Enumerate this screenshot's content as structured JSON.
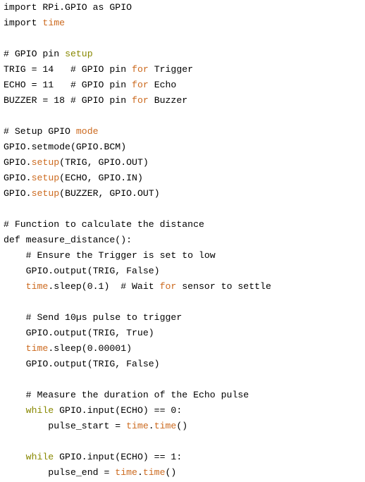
{
  "colors": {
    "background": "#ffffff",
    "text": "#000000",
    "keyword_olive": "#888800",
    "identifier_orange": "#cc6a1f"
  },
  "lines": [
    [
      {
        "t": "import RPi.GPIO as GPIO",
        "c": "plain"
      }
    ],
    [
      {
        "t": "import ",
        "c": "plain"
      },
      {
        "t": "time",
        "c": "fn"
      }
    ],
    [],
    [
      {
        "t": "# GPIO pin ",
        "c": "plain"
      },
      {
        "t": "setup",
        "c": "kw"
      }
    ],
    [
      {
        "t": "TRIG = 14   # GPIO pin ",
        "c": "plain"
      },
      {
        "t": "for",
        "c": "fn"
      },
      {
        "t": " Trigger",
        "c": "plain"
      }
    ],
    [
      {
        "t": "ECHO = 11   # GPIO pin ",
        "c": "plain"
      },
      {
        "t": "for",
        "c": "fn"
      },
      {
        "t": " Echo",
        "c": "plain"
      }
    ],
    [
      {
        "t": "BUZZER = 18 # GPIO pin ",
        "c": "plain"
      },
      {
        "t": "for",
        "c": "fn"
      },
      {
        "t": " Buzzer",
        "c": "plain"
      }
    ],
    [],
    [
      {
        "t": "# Setup GPIO ",
        "c": "plain"
      },
      {
        "t": "mode",
        "c": "fn"
      }
    ],
    [
      {
        "t": "GPIO.setmode(GPIO.BCM)",
        "c": "plain"
      }
    ],
    [
      {
        "t": "GPIO.",
        "c": "plain"
      },
      {
        "t": "setup",
        "c": "fn"
      },
      {
        "t": "(TRIG, GPIO.OUT)",
        "c": "plain"
      }
    ],
    [
      {
        "t": "GPIO.",
        "c": "plain"
      },
      {
        "t": "setup",
        "c": "fn"
      },
      {
        "t": "(ECHO, GPIO.IN)",
        "c": "plain"
      }
    ],
    [
      {
        "t": "GPIO.",
        "c": "plain"
      },
      {
        "t": "setup",
        "c": "fn"
      },
      {
        "t": "(BUZZER, GPIO.OUT)",
        "c": "plain"
      }
    ],
    [],
    [
      {
        "t": "# Function to calculate the distance",
        "c": "plain"
      }
    ],
    [
      {
        "t": "def measure_distance():",
        "c": "plain"
      }
    ],
    [
      {
        "t": "    # Ensure the Trigger is set to low",
        "c": "plain"
      }
    ],
    [
      {
        "t": "    GPIO.output(TRIG, False)",
        "c": "plain"
      }
    ],
    [
      {
        "t": "    ",
        "c": "plain"
      },
      {
        "t": "time",
        "c": "fn"
      },
      {
        "t": ".sleep(0.1)  # Wait ",
        "c": "plain"
      },
      {
        "t": "for",
        "c": "fn"
      },
      {
        "t": " sensor to settle",
        "c": "plain"
      }
    ],
    [],
    [
      {
        "t": "    # Send 10µs pulse to trigger",
        "c": "plain"
      }
    ],
    [
      {
        "t": "    GPIO.output(TRIG, True)",
        "c": "plain"
      }
    ],
    [
      {
        "t": "    ",
        "c": "plain"
      },
      {
        "t": "time",
        "c": "fn"
      },
      {
        "t": ".sleep(0.00001)",
        "c": "plain"
      }
    ],
    [
      {
        "t": "    GPIO.output(TRIG, False)",
        "c": "plain"
      }
    ],
    [],
    [
      {
        "t": "    # Measure the duration of the Echo pulse",
        "c": "plain"
      }
    ],
    [
      {
        "t": "    ",
        "c": "plain"
      },
      {
        "t": "while",
        "c": "kw"
      },
      {
        "t": " GPIO.input(ECHO) == 0:",
        "c": "plain"
      }
    ],
    [
      {
        "t": "        pulse_start = ",
        "c": "plain"
      },
      {
        "t": "time",
        "c": "fn"
      },
      {
        "t": ".",
        "c": "plain"
      },
      {
        "t": "time",
        "c": "fn"
      },
      {
        "t": "()",
        "c": "plain"
      }
    ],
    [],
    [
      {
        "t": "    ",
        "c": "plain"
      },
      {
        "t": "while",
        "c": "kw"
      },
      {
        "t": " GPIO.input(ECHO) == 1:",
        "c": "plain"
      }
    ],
    [
      {
        "t": "        pulse_end = ",
        "c": "plain"
      },
      {
        "t": "time",
        "c": "fn"
      },
      {
        "t": ".",
        "c": "plain"
      },
      {
        "t": "time",
        "c": "fn"
      },
      {
        "t": "()",
        "c": "plain"
      }
    ]
  ]
}
